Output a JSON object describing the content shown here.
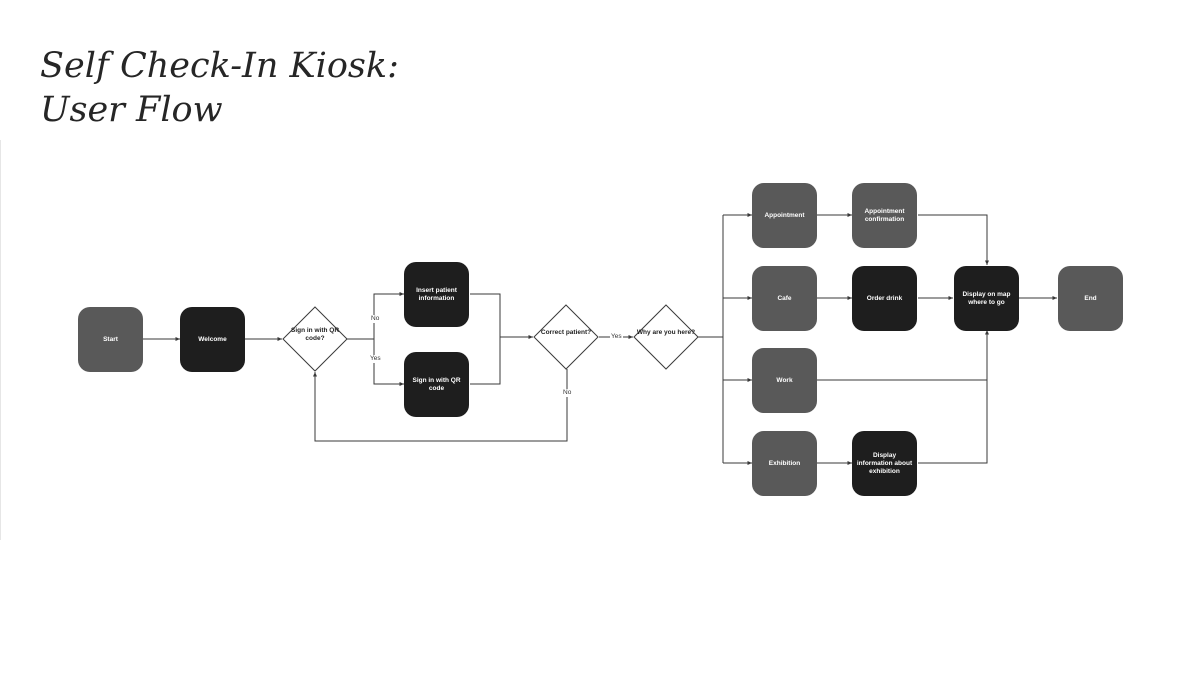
{
  "title": {
    "line1": "Self Check-In Kiosk:",
    "line2": "User Flow"
  },
  "nodes": {
    "start": "Start",
    "welcome": "Welcome",
    "insert_patient_info": "Insert patient information",
    "sign_in_qr_code": "Sign in with QR code",
    "appointment": "Appointment",
    "appointment_confirmation": "Appointment confirmation",
    "cafe": "Cafe",
    "order_drink": "Order drink",
    "work": "Work",
    "exhibition": "Exhibition",
    "display_info_exhibition": "Display information about exhibition",
    "display_map": "Display on map where to go",
    "end": "End"
  },
  "decisions": {
    "sign_in_qr": "Sign in with QR code?",
    "correct_patient": "Correct patient?",
    "why_here": "Why are you here?"
  },
  "edge_labels": {
    "no_top": "No",
    "yes_bottom": "Yes",
    "yes_correct": "Yes",
    "no_correct": "No"
  },
  "colors": {
    "gray_node": "#595959",
    "black_node": "#1e1e1e",
    "line": "#3a3a3a"
  }
}
